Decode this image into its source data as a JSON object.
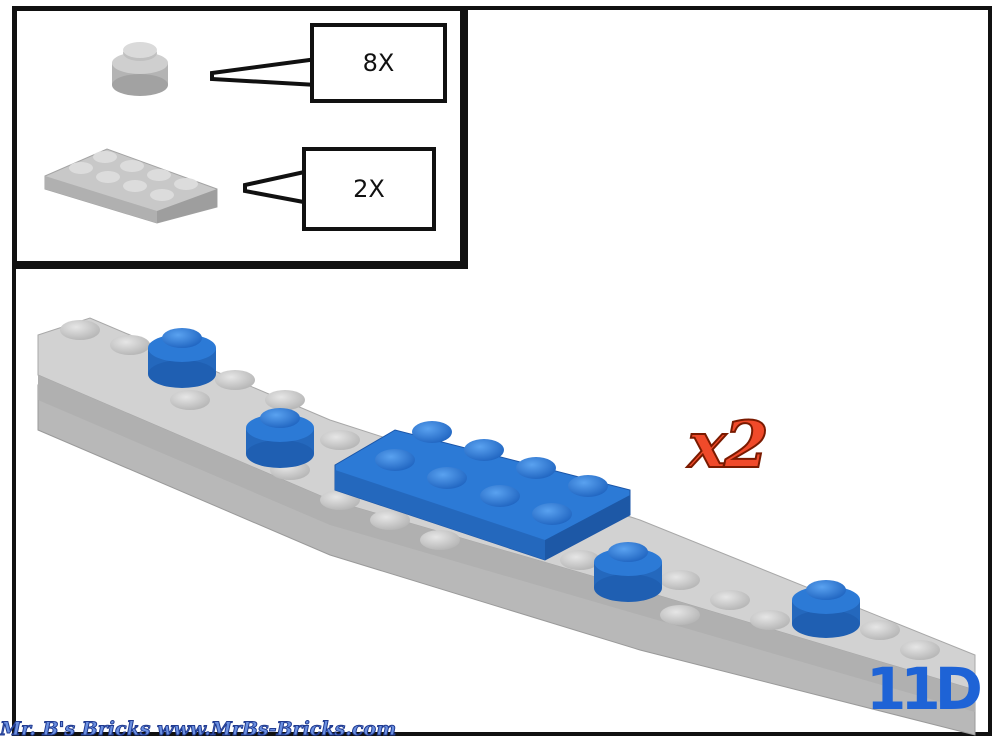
{
  "parts_list": {
    "items": [
      {
        "part": "round-plate-1x1",
        "color": "light-gray",
        "quantity": "8X"
      },
      {
        "part": "plate-2x4",
        "color": "light-gray",
        "quantity": "2X"
      }
    ]
  },
  "build_multiplier": "x2",
  "step_number": "11D",
  "watermark": "Mr. B's Bricks www.MrBs-Bricks.com",
  "colors": {
    "light_gray": "#c8c8c8",
    "blue": "#2c7ad6",
    "multiplier_orange": "#f04a2a",
    "step_blue": "#1e63d6"
  }
}
